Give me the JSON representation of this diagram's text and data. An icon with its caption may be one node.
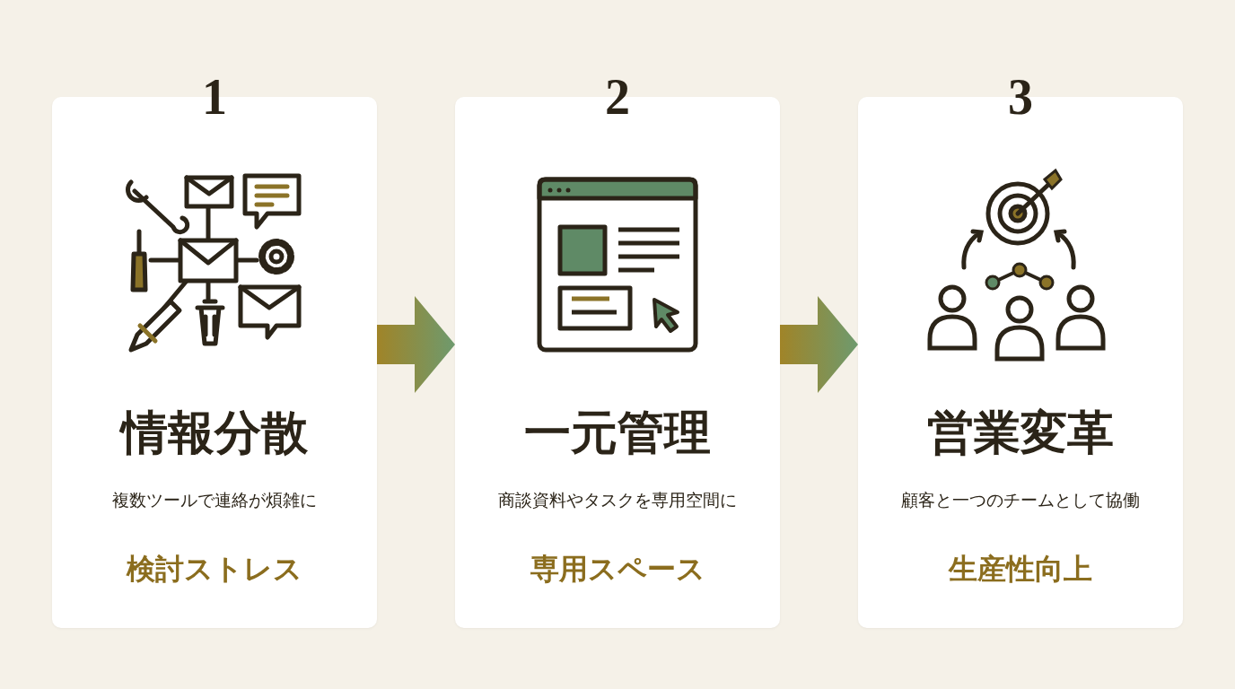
{
  "diagram": {
    "nodes": [
      {
        "text": [
          "1",
          "情報分散",
          "複数ツールで連絡が煩雑に",
          "検討ストレス"
        ]
      },
      {
        "text": [
          "2",
          "一元管理",
          "商談資料やタスクを専用空間に",
          "専用スペース"
        ]
      },
      {
        "text": [
          "3",
          "営業変革",
          "顧客と一つのチームとして協働",
          "生産性向上"
        ]
      }
    ],
    "edges": [
      {
        "from": 0,
        "to": 1,
        "arrow": "to"
      },
      {
        "from": 1,
        "to": 2,
        "arrow": "to"
      }
    ]
  }
}
